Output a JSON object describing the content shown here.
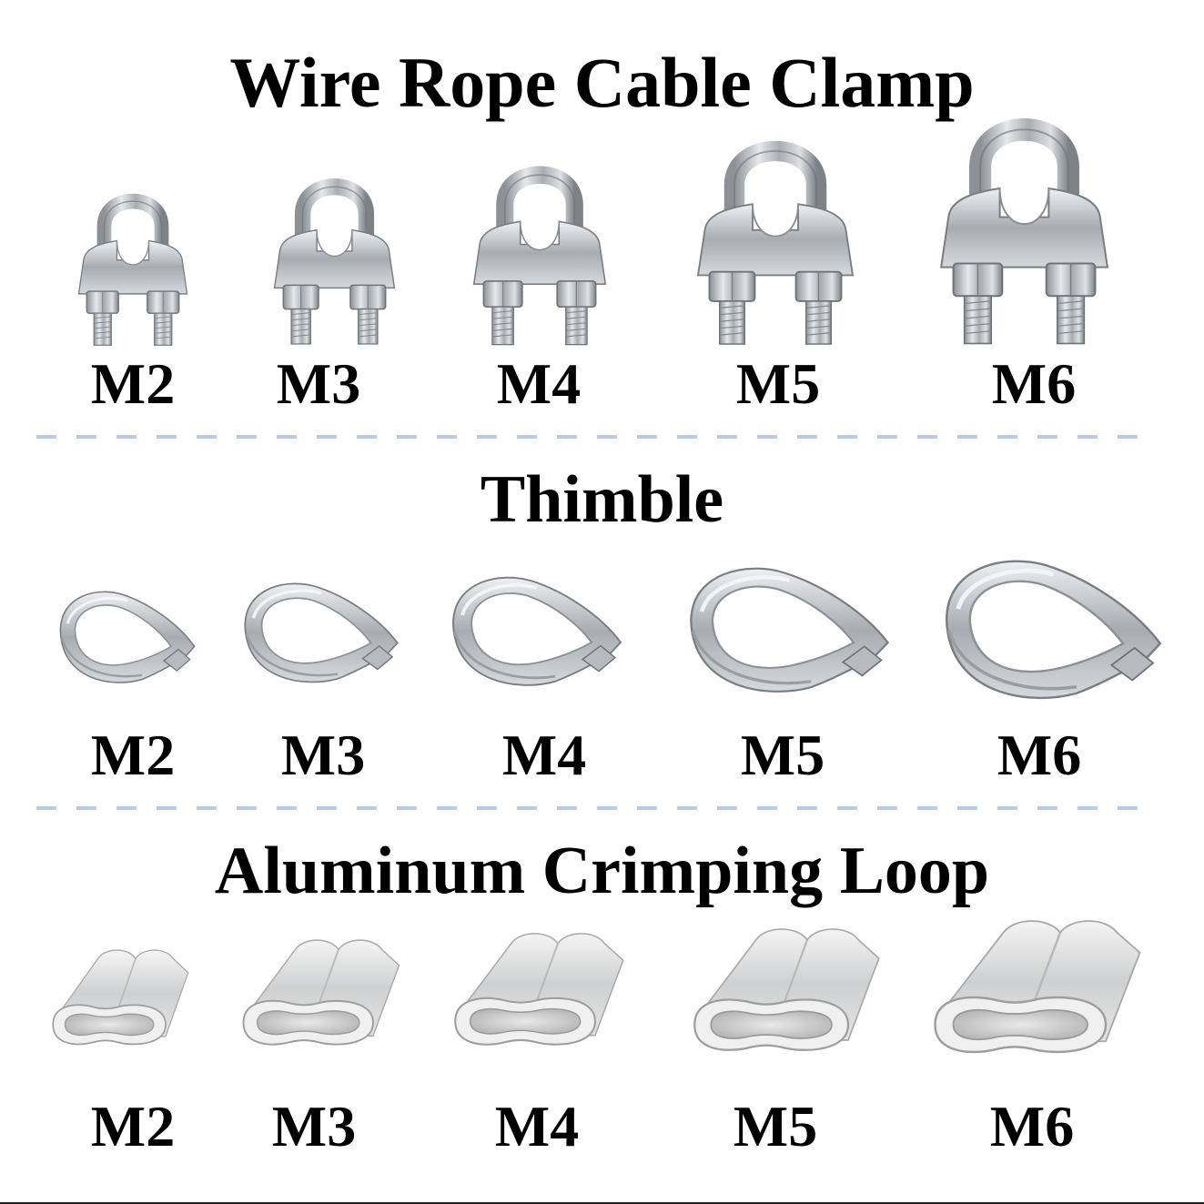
{
  "sections": [
    {
      "title": "Wire Rope Cable Clamp",
      "labels": [
        "M2",
        "M3",
        "M4",
        "M5",
        "M6"
      ]
    },
    {
      "title": "Thimble",
      "labels": [
        "M2",
        "M3",
        "M4",
        "M5",
        "M6"
      ]
    },
    {
      "title": "Aluminum Crimping Loop",
      "labels": [
        "M2",
        "M3",
        "M4",
        "M5",
        "M6"
      ]
    }
  ],
  "colors": {
    "divider": "#b9cbe2",
    "metal": "#c9ccd0",
    "aluminum": "#dcdcdc",
    "text": "#000000"
  }
}
